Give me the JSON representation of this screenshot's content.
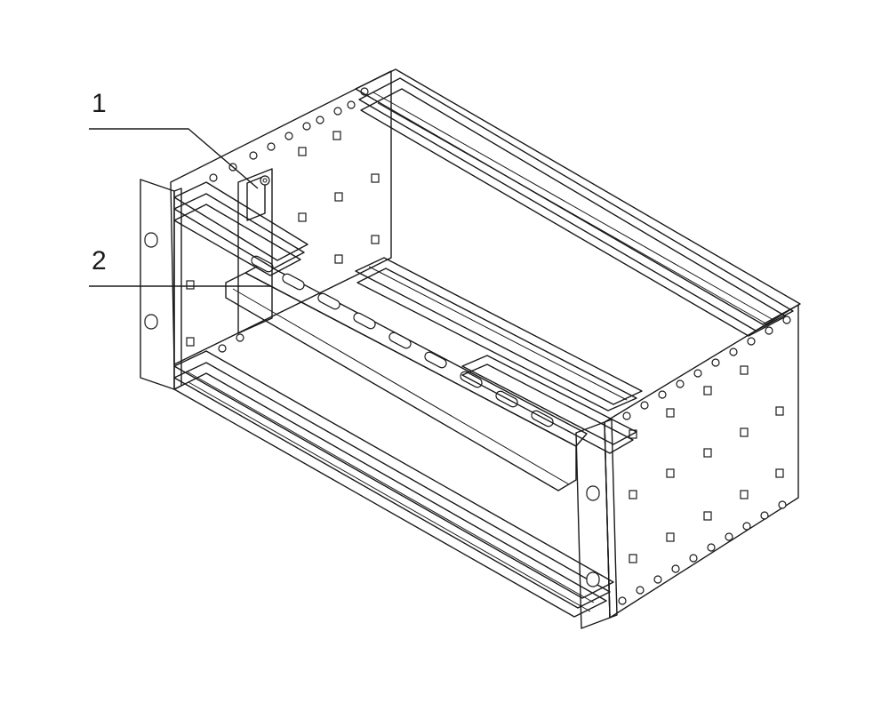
{
  "callouts": [
    {
      "id": "1",
      "label": "1"
    },
    {
      "id": "2",
      "label": "2"
    }
  ],
  "colors": {
    "panel": "#ebebeb",
    "panel_shade": "#d6d6d6",
    "rail_light": "#f2f2f2",
    "rail_mid": "#dcdcdc",
    "rail_dark": "#bdbdbd",
    "din_rail": "#cfcfcf",
    "line": "#1a1a1a"
  }
}
